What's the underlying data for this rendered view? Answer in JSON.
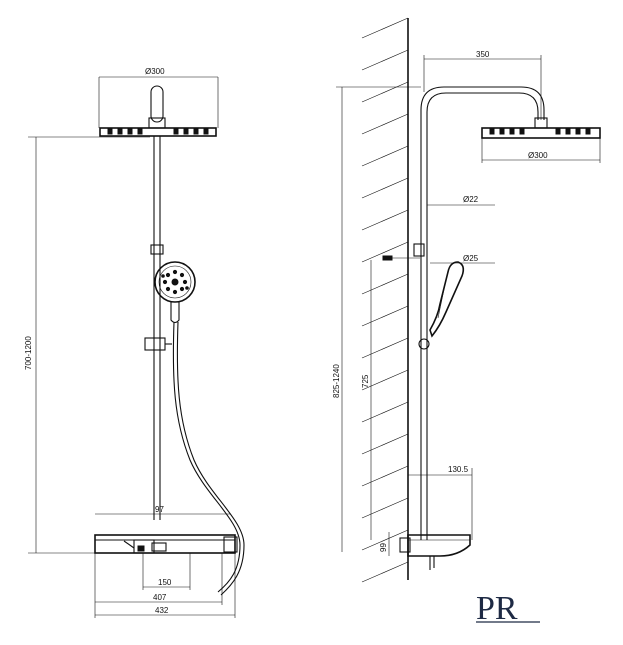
{
  "front_view": {
    "head_diameter": "Ø300",
    "height_range": "700-1200",
    "shelf_offset": "97",
    "width_outlet": "150",
    "width_body": "407",
    "width_total": "432"
  },
  "side_view": {
    "arm_reach": "350",
    "head_diameter": "Ø300",
    "pipe_diameter": "Ø22",
    "handset_diameter": "Ø25",
    "slide_height": "725",
    "total_height": "825-1240",
    "shelf_depth": "130.5",
    "base_height": "99"
  },
  "logo": {
    "text": "PR"
  }
}
